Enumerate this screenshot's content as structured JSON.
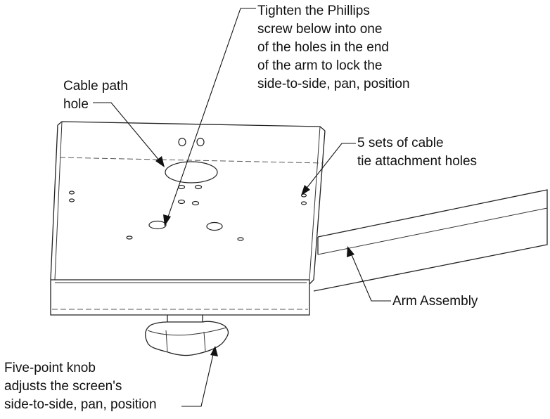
{
  "diagram": {
    "callouts": {
      "phillips": [
        "Tighten the Phillips",
        "screw below into one",
        "of the holes in the end",
        "of the arm to lock the",
        "side-to-side, pan, position"
      ],
      "cable_path": [
        "Cable path",
        "hole"
      ],
      "cable_ties": [
        "5 sets of cable",
        "tie attachment holes"
      ],
      "arm": [
        "Arm Assembly"
      ],
      "knob": [
        "Five-point knob",
        "adjusts the screen's",
        "side-to-side, pan, position"
      ]
    },
    "colors": {
      "line": "#222222",
      "background": "#ffffff"
    }
  }
}
